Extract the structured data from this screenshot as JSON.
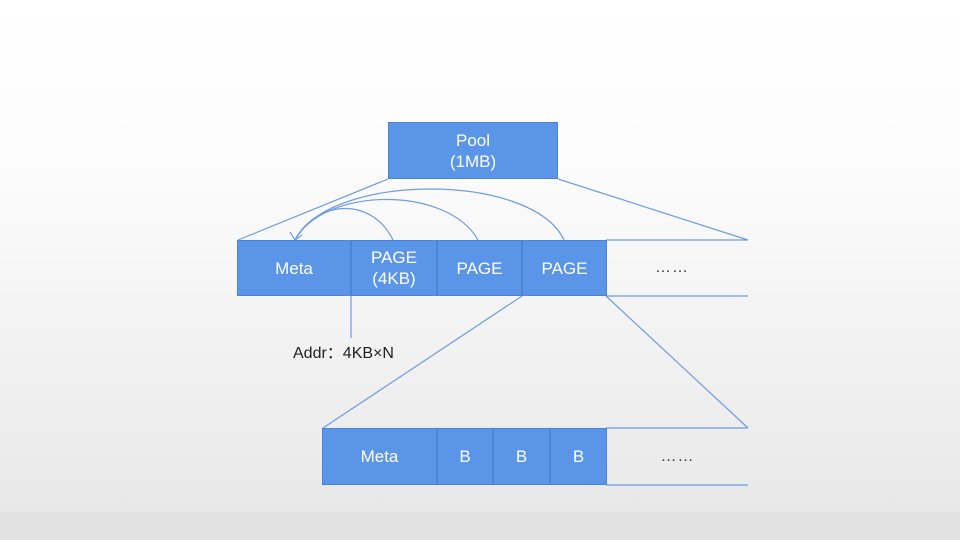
{
  "diagram": {
    "pool": {
      "label": "Pool\n(1MB)"
    },
    "pool_row": {
      "cells": [
        {
          "label": "Meta"
        },
        {
          "label": "PAGE\n  (4KB)"
        },
        {
          "label": "PAGE"
        },
        {
          "label": "PAGE"
        }
      ],
      "more": "……"
    },
    "address_label": "Addr：4KB×N",
    "page_row": {
      "cells": [
        {
          "label": "Meta"
        },
        {
          "label": "B"
        },
        {
          "label": "B"
        },
        {
          "label": "B"
        }
      ],
      "more": "……"
    },
    "colors": {
      "box_fill": "#5b95e8",
      "line": "#6f9de0",
      "text_on_box": "#ffffff"
    }
  }
}
